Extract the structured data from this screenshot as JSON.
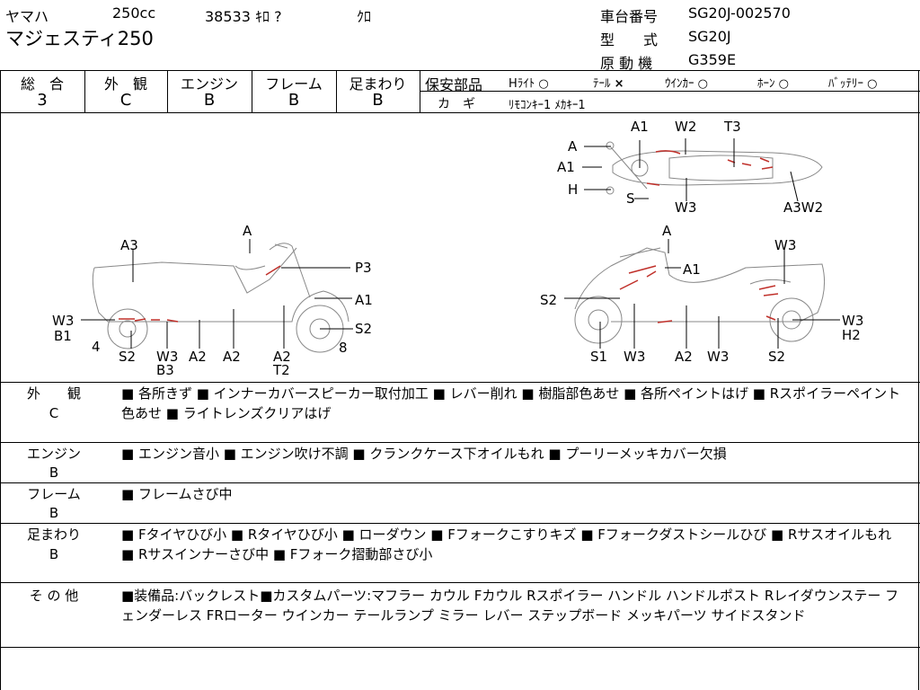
{
  "header": {
    "maker": "ヤマハ",
    "displacement": "250cc",
    "mileage": "38533 ｷﾛ ?",
    "color": "ｸﾛ",
    "model": "マジェスティ250",
    "frame_no_label": "車台番号",
    "frame_no": "SG20J-002570",
    "type_label": "型　　式",
    "type": "SG20J",
    "engine_label": "原 動 機",
    "engine": "G359E"
  },
  "grades": [
    {
      "label": "総　合",
      "value": "3"
    },
    {
      "label": "外　観",
      "value": "C"
    },
    {
      "label": "エンジン",
      "value": "B"
    },
    {
      "label": "フレーム",
      "value": "B"
    },
    {
      "label": "足まわり",
      "value": "B"
    }
  ],
  "safety": {
    "label": "保安部品",
    "items": [
      {
        "name": "Hﾗｲﾄ",
        "mark": "○"
      },
      {
        "name": "ﾃｰﾙ",
        "mark": "×"
      },
      {
        "name": "ｳｲﾝｶｰ",
        "mark": "○"
      },
      {
        "name": "ﾎｰﾝ",
        "mark": "○"
      },
      {
        "name": "ﾊﾞｯﾃﾘｰ",
        "mark": "○"
      }
    ],
    "key_label": "カ　ギ",
    "key_value": "ﾘﾓｺﾝｷｰ1 ﾒｶｷｰ1"
  },
  "diagram": {
    "top": [
      "A",
      "A1",
      "H",
      "S",
      "A1",
      "W2",
      "T3",
      "W3",
      "A3W2"
    ],
    "left": [
      "A",
      "A3",
      "P3",
      "A1",
      "W3",
      "B1",
      "S2",
      "4",
      "S2",
      "W3",
      "B3",
      "A2",
      "A2",
      "A2",
      "T2",
      "8"
    ],
    "right": [
      "A",
      "W3",
      "A1",
      "S2",
      "W3",
      "H2",
      "S1",
      "W3",
      "A2",
      "W3",
      "S2"
    ]
  },
  "sections": [
    {
      "label": "外　　観",
      "grade": "C",
      "text": "■ 各所きず ■ インナーカバースピーカー取付加工 ■ レバー削れ ■ 樹脂部色あせ ■ 各所ペイントはげ ■ Rスポイラーペイント色あせ ■ ライトレンズクリアはげ"
    },
    {
      "label": "エンジン",
      "grade": "B",
      "text": "■ エンジン音小 ■ エンジン吹け不調 ■ クランクケース下オイルもれ ■ プーリーメッキカバー欠損"
    },
    {
      "label": "フレーム",
      "grade": "B",
      "text": "■ フレームさび中"
    },
    {
      "label": "足まわり",
      "grade": "B",
      "text": "■ Fタイヤひび小 ■ Rタイヤひび小 ■ ローダウン ■ Fフォークこすりキズ ■ Fフォークダストシールひび ■ Rサスオイルもれ ■ Rサスインナーさび中 ■ Fフォーク摺動部さび小"
    },
    {
      "label": "そ の 他",
      "grade": "",
      "text": "■装備品:バックレスト■カスタムパーツ:マフラー カウル Fカウル Rスポイラー ハンドル ハンドルポスト Rレイダウンステー フェンダーレス FRローター ウインカー テールランプ ミラー レバー ステップボード メッキパーツ サイドスタンド"
    }
  ]
}
